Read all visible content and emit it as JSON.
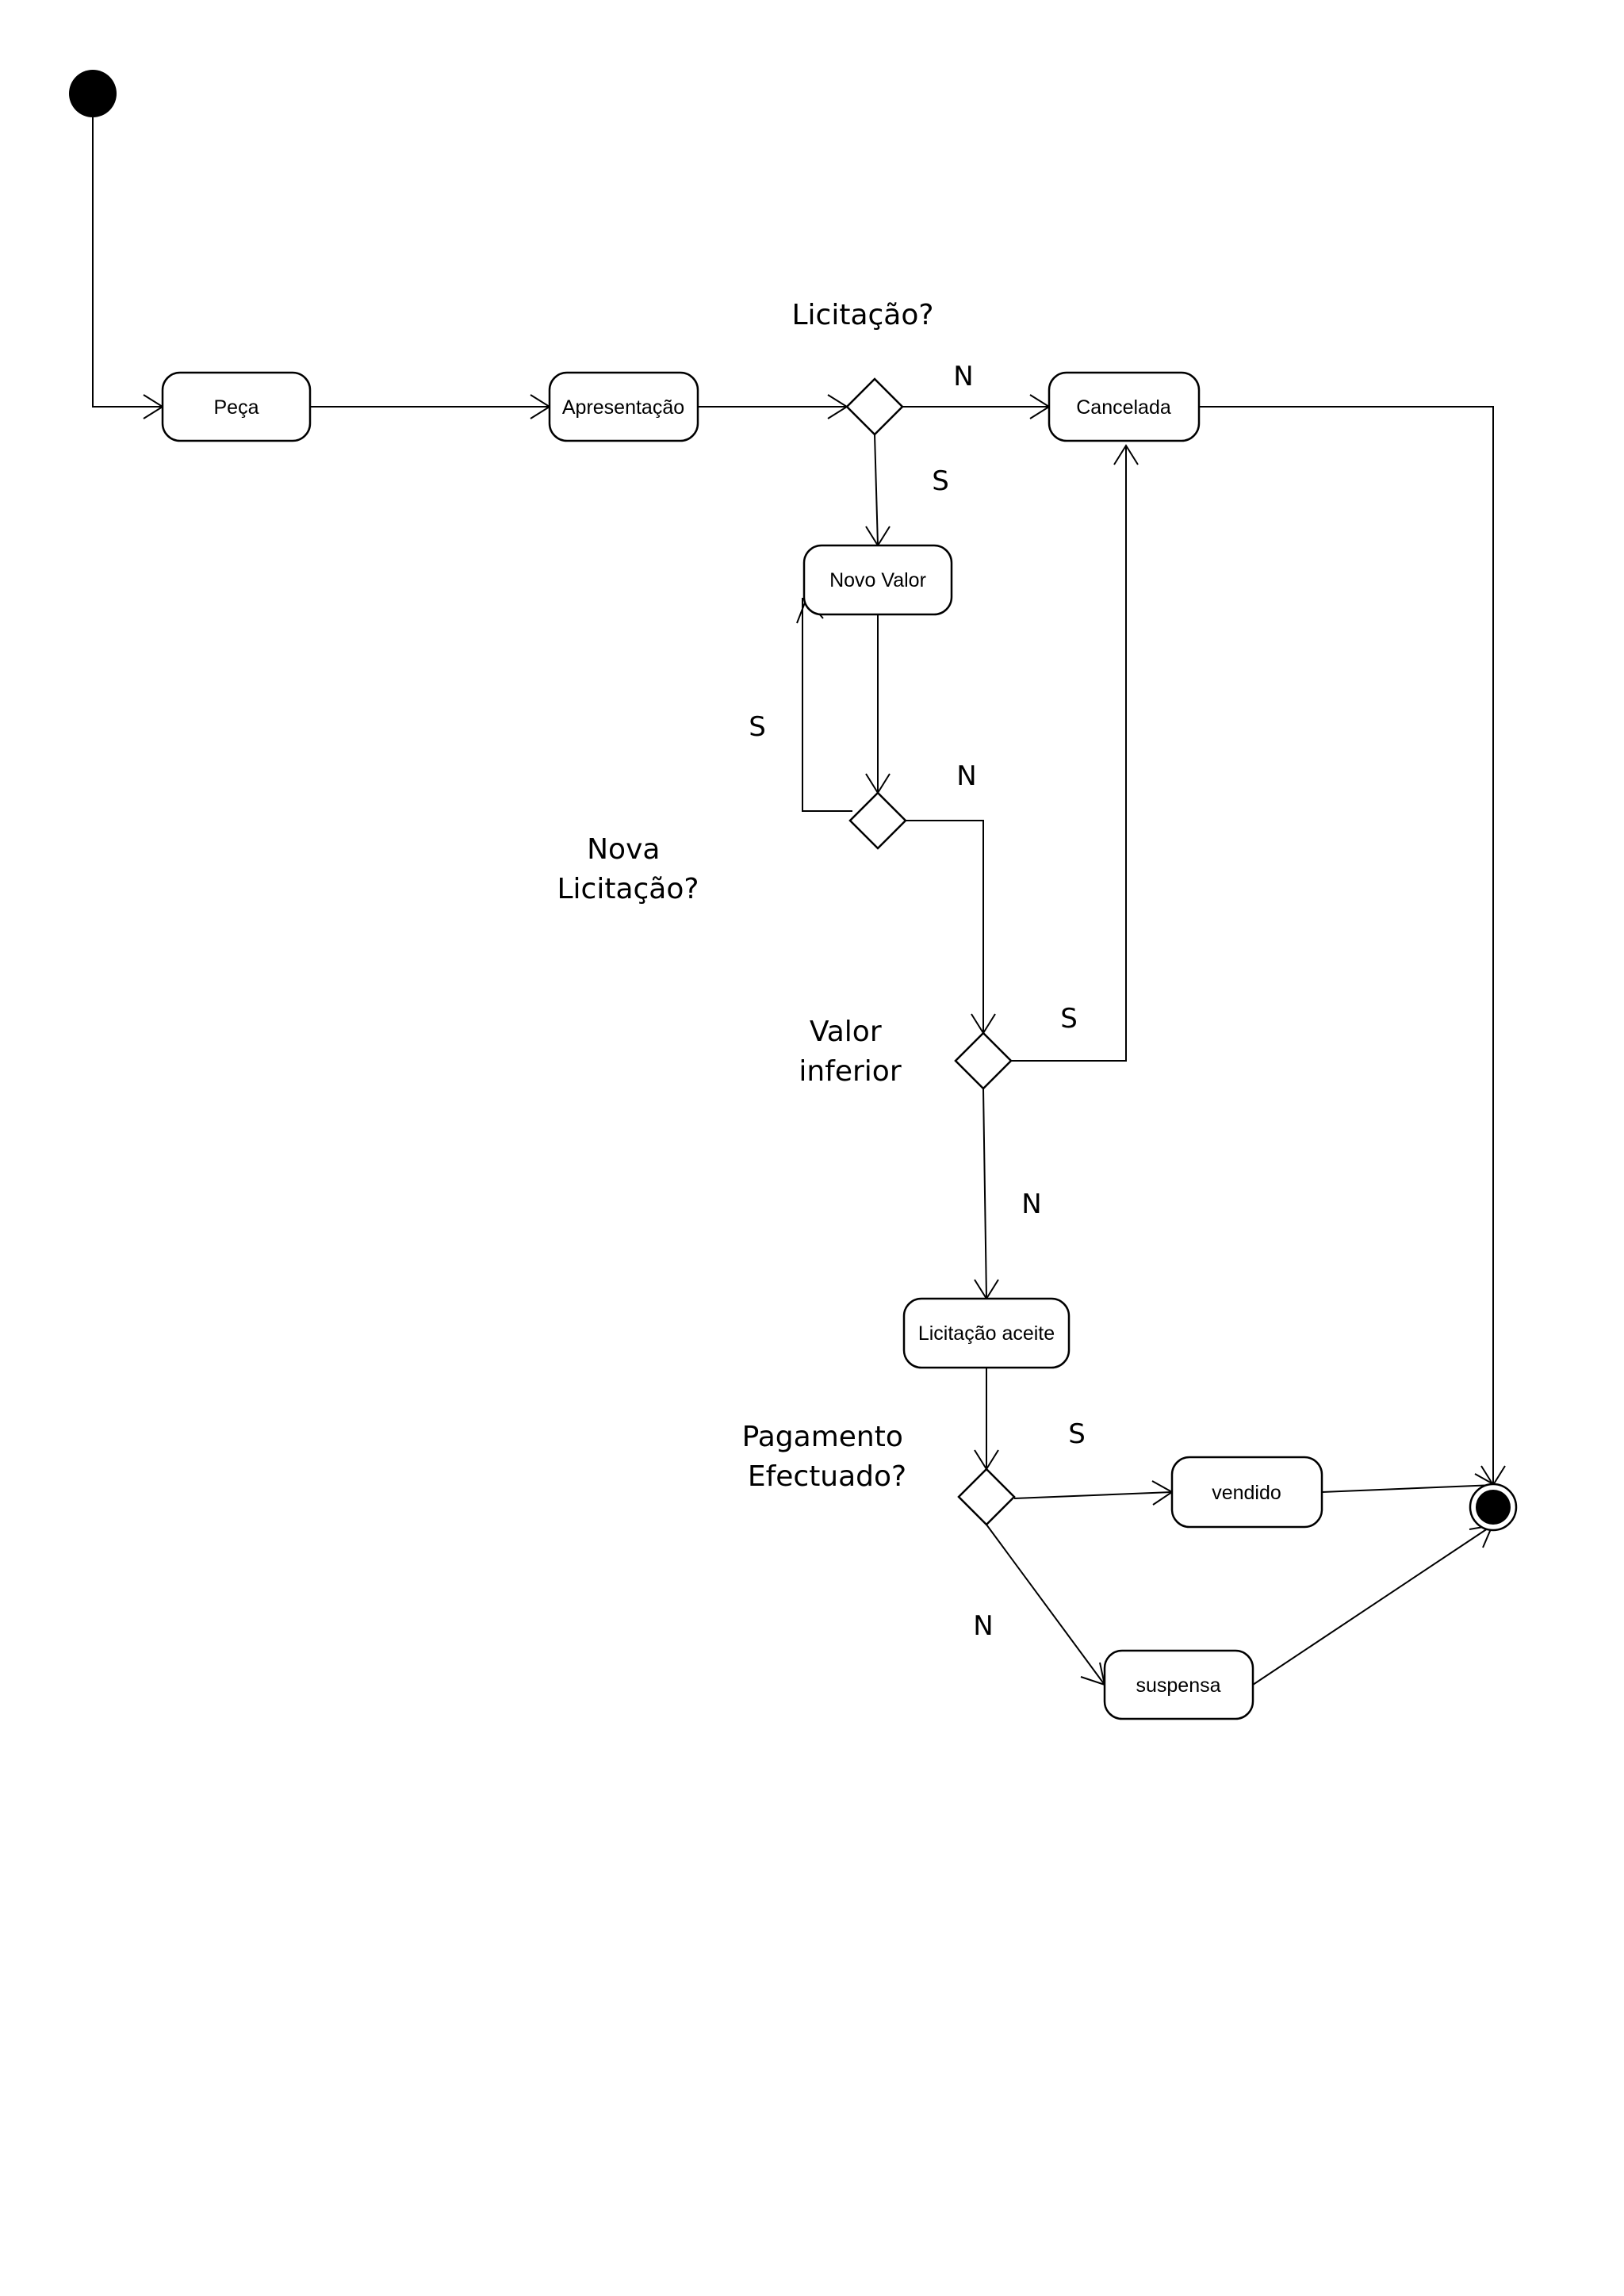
{
  "states": {
    "peca": "Peça",
    "apresentacao": "Apresentação",
    "cancelada": "Cancelada",
    "novo_valor": "Novo Valor",
    "licitacao_aceite": "Licitação aceite",
    "vendido": "vendido",
    "suspensa": "suspensa"
  },
  "decisions": {
    "licitacao": "Licitação?",
    "nova_licitacao": [
      "Nova",
      "Licitação?"
    ],
    "valor_inferior": [
      "Valor",
      "inferior"
    ],
    "pagamento": [
      "Pagamento",
      "Efectuado?"
    ]
  },
  "guards": {
    "licitacao_no": "N",
    "licitacao_yes": "S",
    "nova_licitacao_yes": "S",
    "nova_licitacao_no": "N",
    "valor_inferior_yes": "S",
    "valor_inferior_no": "N",
    "pagamento_yes": "S",
    "pagamento_no": "N"
  }
}
